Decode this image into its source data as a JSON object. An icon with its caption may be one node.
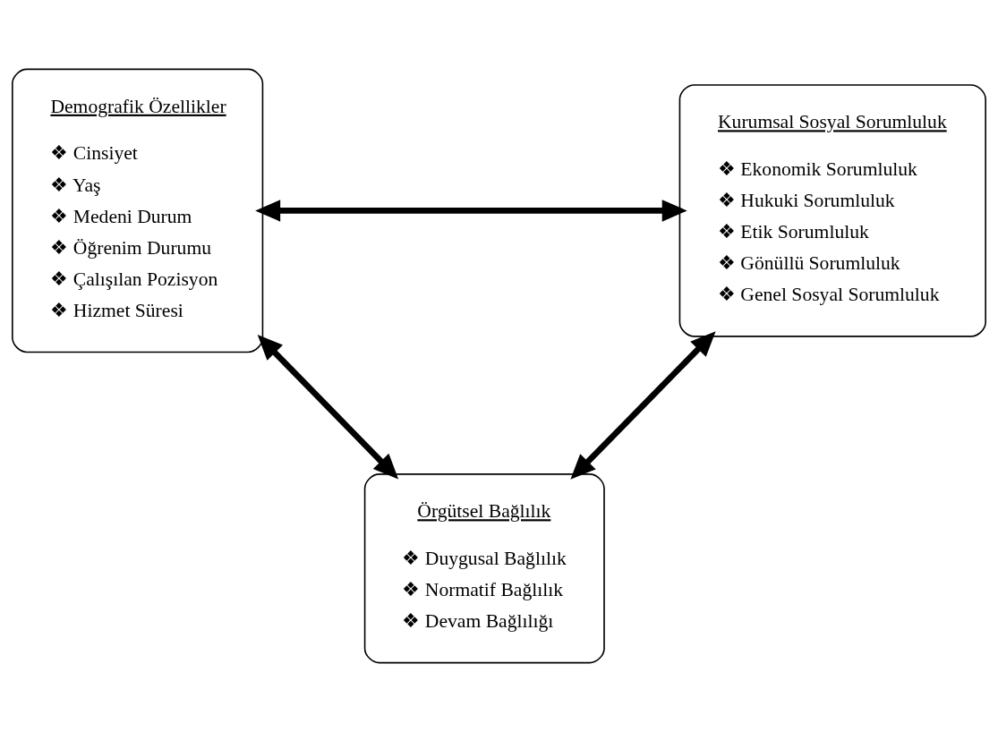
{
  "diagram": {
    "nodes": [
      {
        "text": [
          "Demografik Özellikler",
          "❖ Cinsiyet",
          "❖ Yaş",
          "❖ Medeni Durum",
          "❖ Öğrenim Durumu",
          "❖ Çalışılan Pozisyon",
          "❖ Hizmet Süresi"
        ]
      },
      {
        "text": [
          "Kurumsal Sosyal Sorumluluk",
          "❖ Ekonomik Sorumluluk",
          "❖ Hukuki Sorumluluk",
          "❖ Etik Sorumluluk",
          "❖ Gönüllü Sorumluluk",
          "❖ Genel Sosyal Sorumluluk"
        ]
      },
      {
        "text": [
          "Örgütsel Bağlılık",
          "❖ Duygusal Bağlılık",
          "❖ Normatif Bağlılık",
          "❖ Devam Bağlılığı"
        ]
      }
    ],
    "edges": [
      {
        "from": 0,
        "to": 1,
        "arrow": "both"
      },
      {
        "from": 0,
        "to": 2,
        "arrow": "both"
      },
      {
        "from": 1,
        "to": 2,
        "arrow": "both"
      }
    ]
  }
}
